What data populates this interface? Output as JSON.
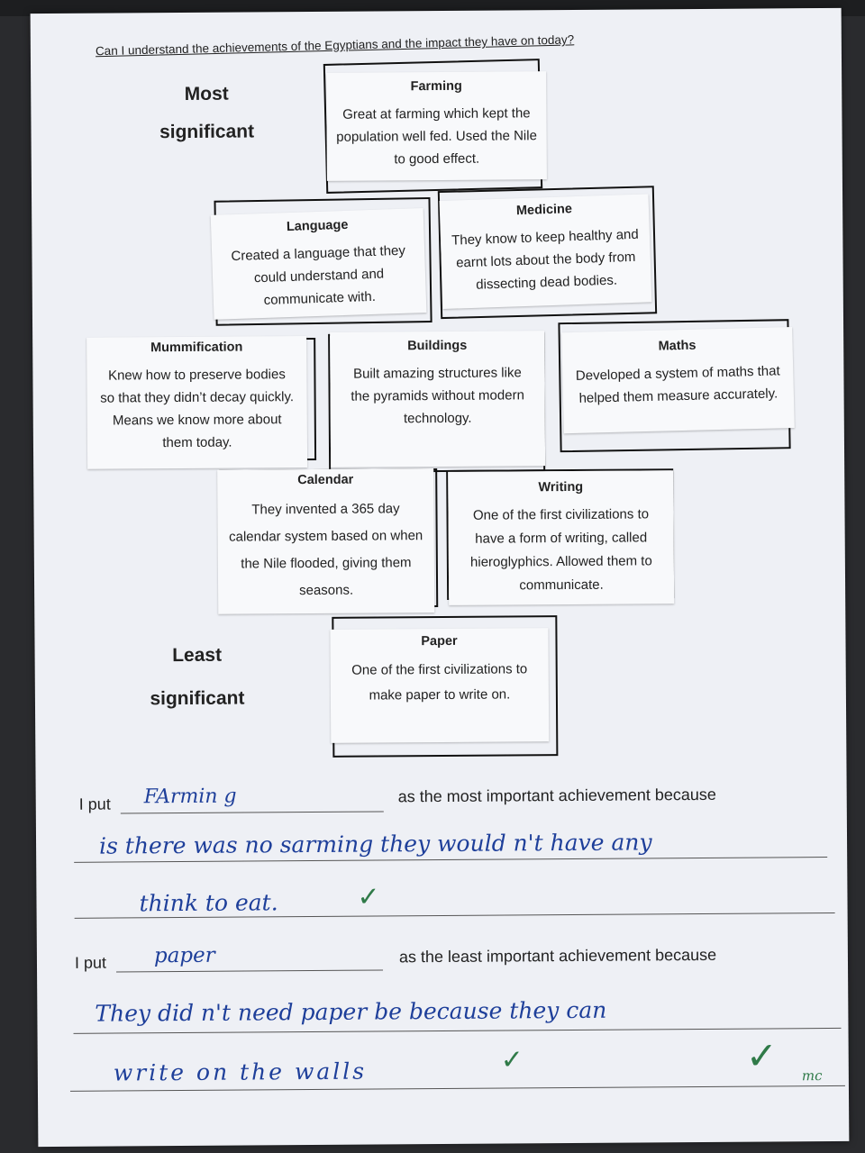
{
  "question": "Can I understand the achievements of the Egyptians and the impact they have on today?",
  "ranking": {
    "top_line1": "Most",
    "top_line2": "significant",
    "bottom_line1": "Least",
    "bottom_line2": "significant"
  },
  "cards": {
    "farming": {
      "title": "Farming",
      "text": "Great at farming which kept the population well fed. Used the Nile to good effect."
    },
    "language": {
      "title": "Language",
      "text": "Created a language that they could understand and communicate with."
    },
    "medicine": {
      "title": "Medicine",
      "text": "They know to keep healthy and earnt lots about the body from dissecting dead bodies."
    },
    "mummification": {
      "title": "Mummification",
      "text": "Knew how to preserve bodies so that they didn’t decay quickly. Means we know more about them today."
    },
    "buildings": {
      "title": "Buildings",
      "text": "Built amazing structures like the pyramids without modern technology."
    },
    "maths": {
      "title": "Maths",
      "text": "Developed a system of maths that helped them measure accurately."
    },
    "calendar": {
      "title": "Calendar",
      "text": "They invented a 365 day calendar system based on when the Nile flooded, giving them seasons."
    },
    "writing": {
      "title": "Writing",
      "text": "One of the first civilizations to have a form of writing, called hieroglyphics. Allowed them to communicate."
    },
    "paper": {
      "title": "Paper",
      "text": "One of the first civilizations to make paper to write on."
    }
  },
  "responses": {
    "most": {
      "prefix": "I put",
      "suffix": "as the most important achievement because",
      "answer": "FArmin g",
      "reason_line1": "is there was no sarming they would n't have any",
      "reason_line2": "think to eat."
    },
    "least": {
      "prefix": "I put",
      "suffix": "as the least important achievement because",
      "answer": "paper",
      "reason_line1": "They did n't need paper be because they can",
      "reason_line2": "write on the walls"
    }
  },
  "marking": {
    "tick": "✓",
    "initials": "mc"
  },
  "colors": {
    "pencil_blue": "#1e3f9a",
    "marking_green": "#2f7a48"
  }
}
